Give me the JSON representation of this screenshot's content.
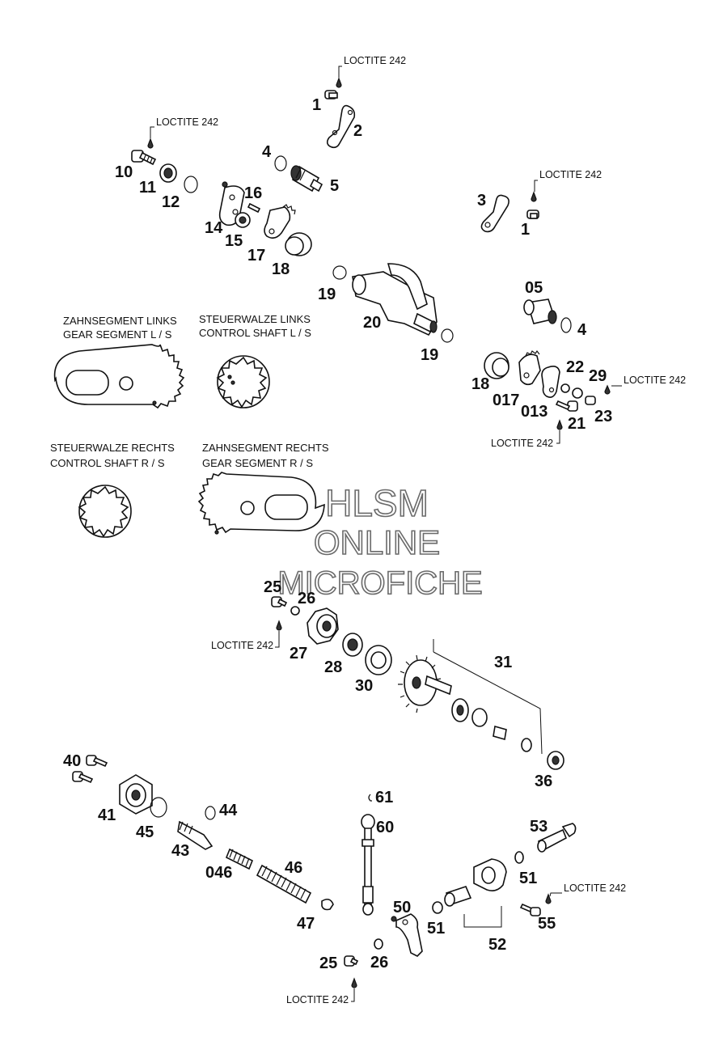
{
  "watermark": {
    "line1": "HLSM",
    "line2": "ONLINE",
    "line3": "MICROFICHE"
  },
  "loctite": "LOCTITE 242",
  "captions": {
    "seg_left_de": "ZAHNSEGMENT LINKS",
    "seg_left_en": "GEAR SEGMENT L / S",
    "shaft_left_de": "STEUERWALZE LINKS",
    "shaft_left_en": "CONTROL SHAFT L / S",
    "shaft_right_de": "STEUERWALZE RECHTS",
    "shaft_right_en": "CONTROL SHAFT R / S",
    "seg_right_de": "ZAHNSEGMENT RECHTS",
    "seg_right_en": "GEAR SEGMENT R / S"
  },
  "parts": {
    "p1a": "1",
    "p2": "2",
    "p4a": "4",
    "p5": "5",
    "p10": "10",
    "p11": "11",
    "p12": "12",
    "p3": "3",
    "p1b": "1",
    "p16": "16",
    "p14": "14",
    "p15": "15",
    "p17": "17",
    "p18a": "18",
    "p19a": "19",
    "p20": "20",
    "p19b": "19",
    "p05": "05",
    "p4b": "4",
    "p22": "22",
    "p29": "29",
    "p18b": "18",
    "p017": "017",
    "p013": "013",
    "p21": "21",
    "p23": "23",
    "p25a": "25",
    "p26a": "26",
    "p27": "27",
    "p28": "28",
    "p30": "30",
    "p31": "31",
    "p36": "36",
    "p40": "40",
    "p41": "41",
    "p45": "45",
    "p44": "44",
    "p43": "43",
    "p046": "046",
    "p46": "46",
    "p47": "47",
    "p61": "61",
    "p60": "60",
    "p50": "50",
    "p51a": "51",
    "p52": "52",
    "p53": "53",
    "p51b": "51",
    "p55": "55",
    "p25b": "25",
    "p26b": "26"
  }
}
